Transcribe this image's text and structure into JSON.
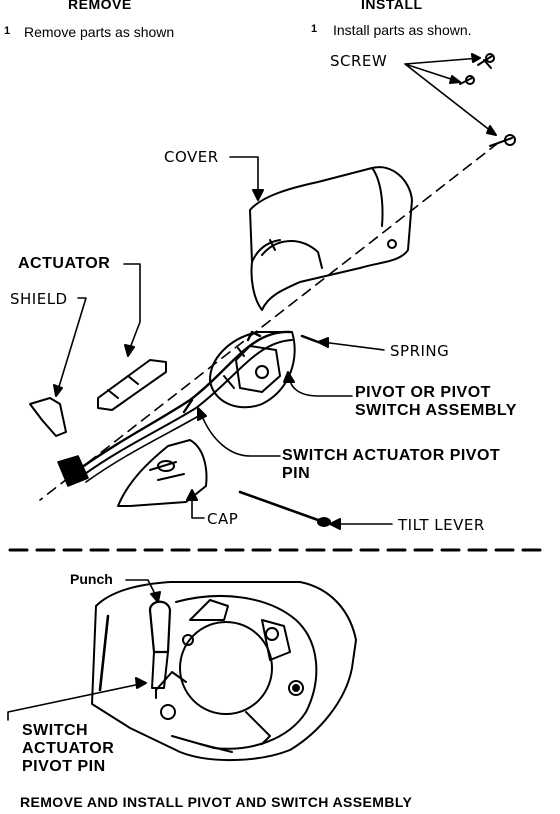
{
  "remove": {
    "heading": "REMOVE",
    "step_number": "1",
    "step_text": "Remove parts as shown"
  },
  "install": {
    "heading": "INSTALL",
    "step_number": "1",
    "step_text": "Install parts as shown."
  },
  "labels": {
    "screw": "SCREW",
    "cover": "COVER",
    "actuator": "ACTUATOR",
    "shield": "SHIELD",
    "spring": "SPRING",
    "pivot_line1": "PIVOT OR PIVOT",
    "pivot_line2": "SWITCH ASSEMBLY",
    "switch_actuator_line1": "SWITCH ACTUATOR PIVOT",
    "switch_actuator_line2": "PIN",
    "cap": "CAP",
    "tilt_lever": "TILT LEVER",
    "punch": "Punch",
    "lower_pin_line1": "SWITCH",
    "lower_pin_line2": "ACTUATOR",
    "lower_pin_line3": "PIVOT PIN"
  },
  "caption": "REMOVE AND INSTALL PIVOT AND SWITCH ASSEMBLY"
}
